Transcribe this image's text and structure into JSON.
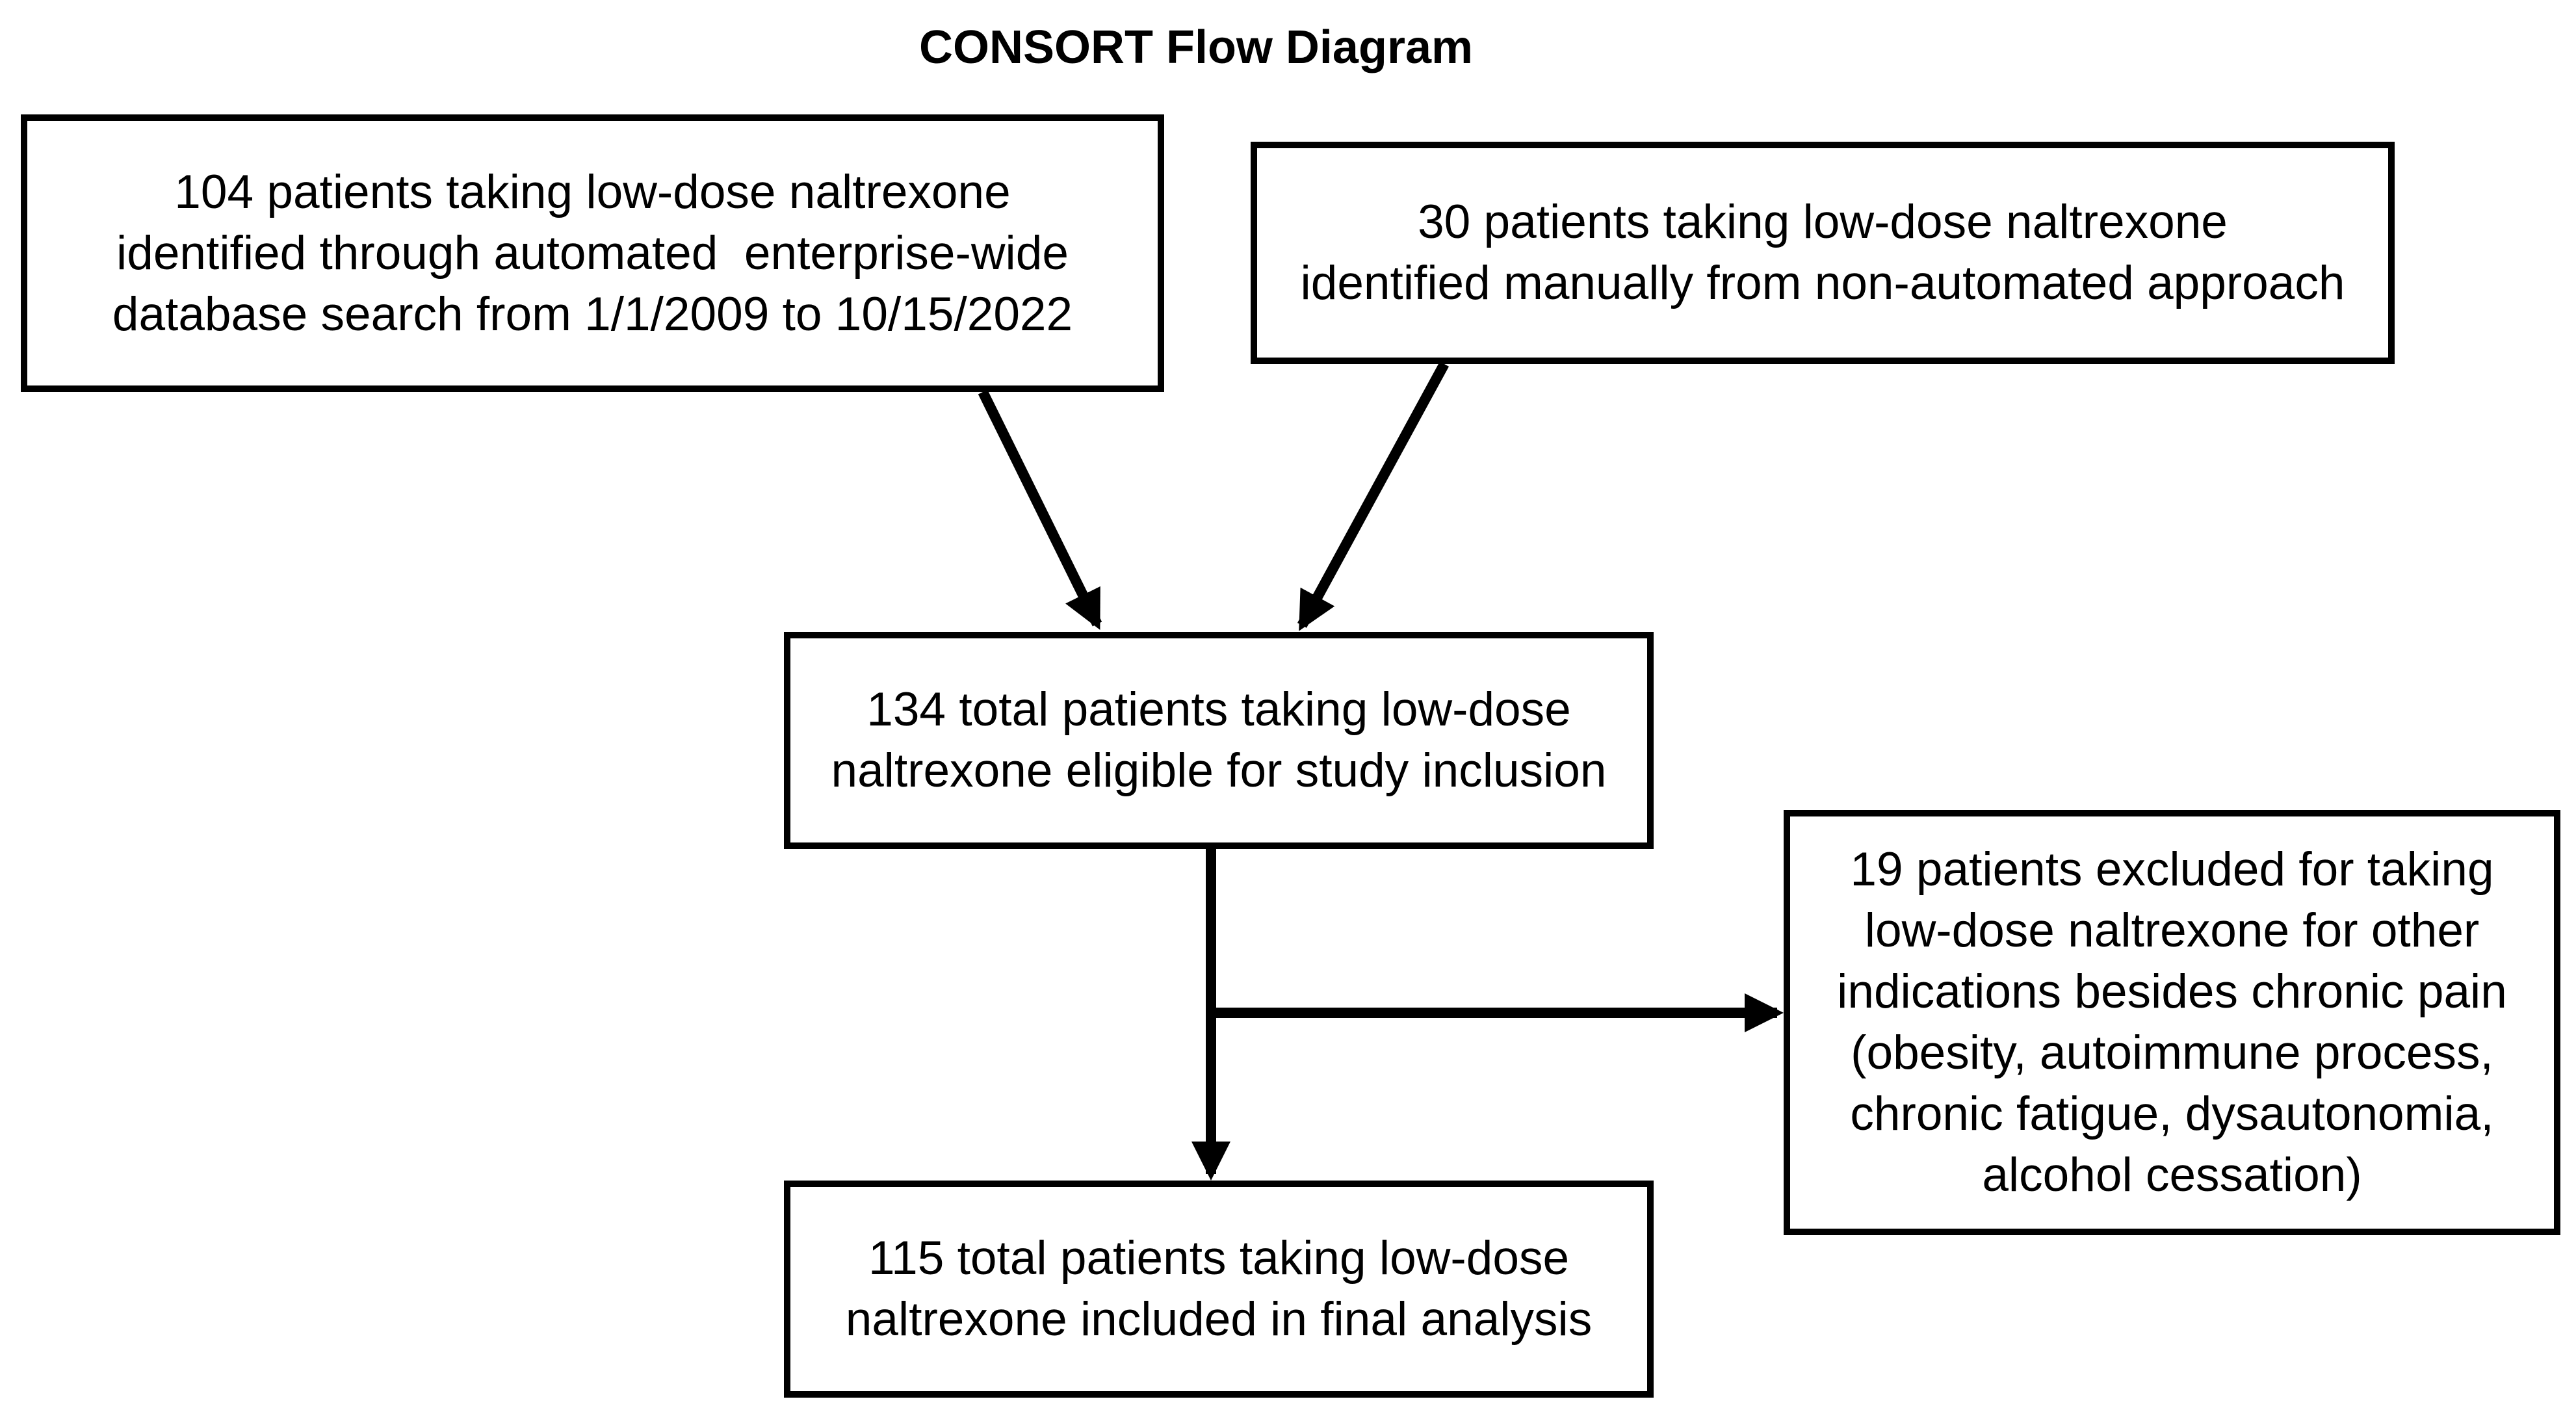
{
  "title": "CONSORT Flow Diagram",
  "boxes": {
    "identified_automated": {
      "lines": [
        "104 patients taking low-dose naltrexone",
        "identified through automated  enterprise-wide",
        "database search from 1/1/2009 to 10/15/2022"
      ]
    },
    "identified_manual": {
      "lines": [
        "30 patients taking low-dose naltrexone",
        "identified manually from non-automated approach"
      ]
    },
    "eligible": {
      "lines": [
        "134 total patients taking low-dose",
        "naltrexone eligible for study inclusion"
      ]
    },
    "excluded": {
      "lines": [
        "19 patients excluded for taking",
        "low-dose naltrexone for other",
        "indications besides chronic pain",
        "(obesity, autoimmune process,",
        "chronic fatigue, dysautonomia,",
        "alcohol cessation)"
      ]
    },
    "included": {
      "lines": [
        "115 total patients taking low-dose",
        "naltrexone included in final analysis"
      ]
    }
  },
  "colors": {
    "stroke": "#000000",
    "background": "#ffffff"
  }
}
